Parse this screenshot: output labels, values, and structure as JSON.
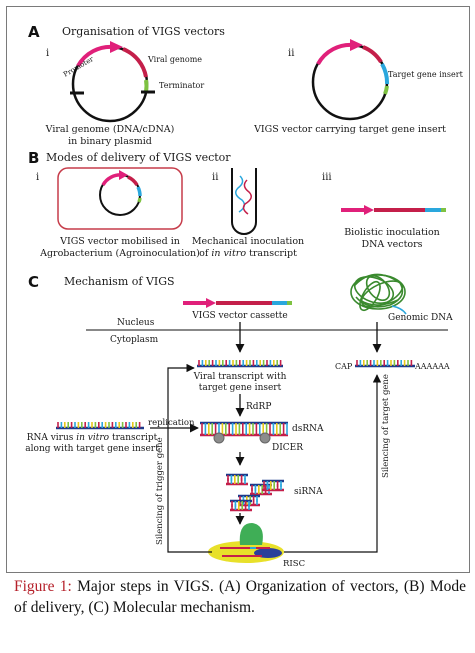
{
  "section_a": {
    "letter": "A",
    "title": "Organisation of VIGS vectors",
    "panel_i": {
      "numeral": "i",
      "promoter_label": "Promoter",
      "viral_genome_label": "Viral genome",
      "terminator_label": "Terminator",
      "caption_line1": "Viral genome (DNA/cDNA)",
      "caption_line2": "in binary plasmid"
    },
    "panel_ii": {
      "numeral": "ii",
      "insert_label": "Target gene insert",
      "caption": "VIGS vector carrying target gene insert"
    }
  },
  "section_b": {
    "letter": "B",
    "title": "Modes of delivery of VIGS vector",
    "panel_i": {
      "numeral": "i",
      "caption_line1": "VIGS vector mobilised in",
      "caption_line2": "Agrobacterium (Agroinoculation)"
    },
    "panel_ii": {
      "numeral": "ii",
      "caption_line1": "Mechanical inoculation",
      "caption_line2_a": "of ",
      "caption_line2_b": "in vitro",
      "caption_line2_c": " transcript"
    },
    "panel_iii": {
      "numeral": "iii",
      "caption_line1": "Biolistic inoculation",
      "caption_line2": "DNA vectors"
    }
  },
  "section_c": {
    "letter": "C",
    "title": "Mechanism of VIGS",
    "cassette_label": "VIGS vector cassette",
    "genomic_label": "Genomic DNA",
    "nucleus_label": "Nucleus",
    "cytoplasm_label": "Cytoplasm",
    "transcript_line1": "Viral transcript with",
    "transcript_line2": "target gene insert",
    "cap_label": "CAP",
    "polya_label": "AAAAAA",
    "rdrp_label": "RdRP",
    "replication_label": "replication",
    "dsrna_label": "dsRNA",
    "dicer_label": "DICER",
    "rna_virus_line1_a": "RNA virus ",
    "rna_virus_line1_b": "in vitro",
    "rna_virus_line1_c": " transcript",
    "rna_virus_line2": "along with target gene insert",
    "sirna_label": "siRNA",
    "risc_label": "RISC",
    "silencing_trigger_label": "Silencing of trigger gene",
    "silencing_target_label": "Silencing of target gene"
  },
  "caption": {
    "label": "Figure 1:",
    "text": " Major steps in VIGS. (A) Organization of vectors, (B) Mode of delivery, (C) Molecular mechanism."
  },
  "colors": {
    "promoter": "#e0207a",
    "genome": "#c41f4a",
    "terminator": "#7ec242",
    "insert": "#2aa7dd",
    "dna_coil": "#3a8a2e",
    "risc_yellow": "#e8e02a",
    "risc_green": "#3fae56",
    "risc_blue": "#2a3f9a",
    "dicer_grey": "#8c8c8c",
    "frame_border": "#c63c4a"
  }
}
